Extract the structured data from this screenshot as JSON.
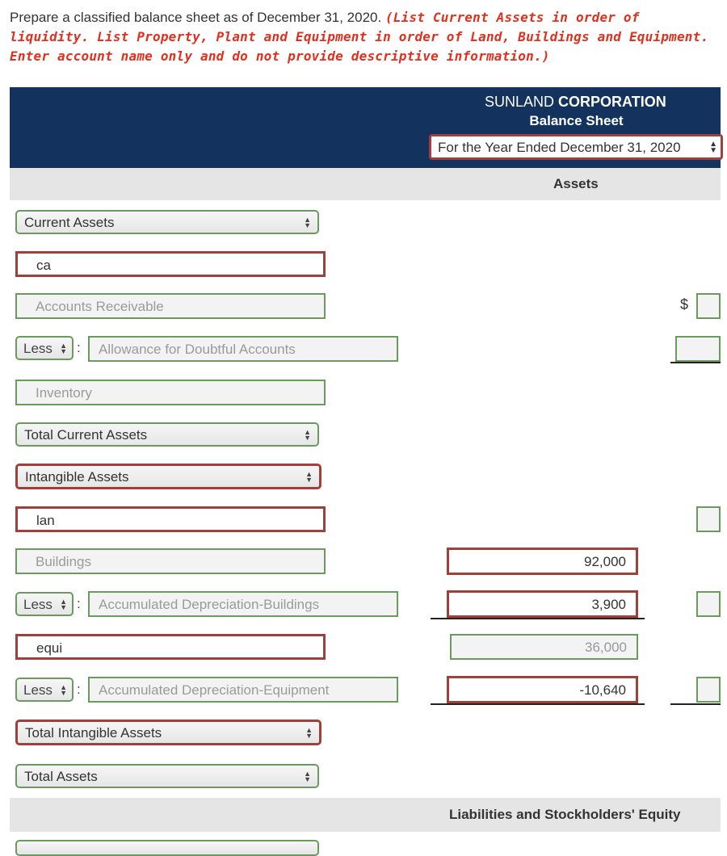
{
  "instructions": {
    "plain": "Prepare a classified balance sheet as of December 31, 2020. ",
    "red": "(List Current Assets in order of liquidity. List Property, Plant and Equipment in order of Land, Buildings and Equipment. Enter account name only and do not provide descriptive information.)"
  },
  "header": {
    "company_plain": "SUNLAND ",
    "company_bold": "CORPORATION",
    "statement": "Balance Sheet",
    "period": "For the Year Ended December 31, 2020"
  },
  "sections": {
    "assets": "Assets",
    "liabilities": "Liabilities and Stockholders' Equity"
  },
  "rows": {
    "current_assets_select": "Current Assets",
    "ca_input": "ca",
    "accounts_receivable": "Accounts Receivable",
    "less_1": "Less",
    "allowance": "Allowance for Doubtful Accounts",
    "inventory": "Inventory",
    "total_current_assets_select": "Total Current Assets",
    "intangible_assets_select": "Intangible Assets",
    "land_input": "lan",
    "buildings": "Buildings",
    "buildings_amount": "92,000",
    "less_2": "Less",
    "accum_dep_buildings": "Accumulated Depreciation-Buildings",
    "accum_dep_buildings_amount": "3,900",
    "equipment_input": "equi",
    "equipment_amount": "36,000",
    "less_3": "Less",
    "accum_dep_equipment": "Accumulated Depreciation-Equipment",
    "accum_dep_equipment_amount": "-10,640",
    "total_intangible_assets_select": "Total Intangible Assets",
    "total_assets_select": "Total Assets"
  },
  "symbols": {
    "dollar": "$",
    "select_arrow": "▲▼",
    "colon": ":"
  }
}
